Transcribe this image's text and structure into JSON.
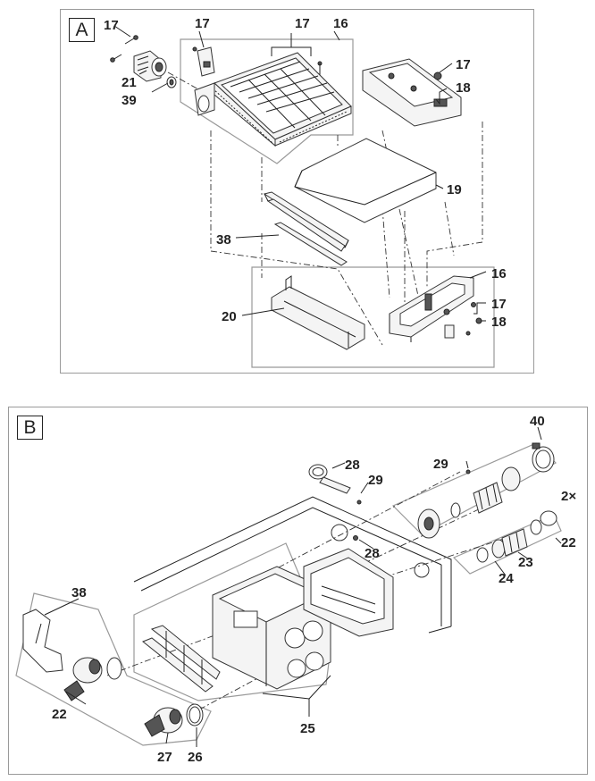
{
  "panel_a": {
    "tag": "A",
    "callouts": {
      "c17a": "17",
      "c17b": "17",
      "c17c": "17",
      "c16a": "16",
      "c21": "21",
      "c39": "39",
      "c17d": "17",
      "c18a": "18",
      "c19": "19",
      "c38": "38",
      "c16b": "16",
      "c20": "20",
      "c17e": "17",
      "c18b": "18"
    }
  },
  "panel_b": {
    "tag": "B",
    "callouts": {
      "c40": "40",
      "c28a": "28",
      "c29a": "29",
      "c29b": "29",
      "c2x": "2×",
      "c22a": "22",
      "c28b": "28",
      "c23": "23",
      "c24": "24",
      "c38": "38",
      "c22b": "22",
      "c25": "25",
      "c27": "27",
      "c26": "26"
    }
  }
}
